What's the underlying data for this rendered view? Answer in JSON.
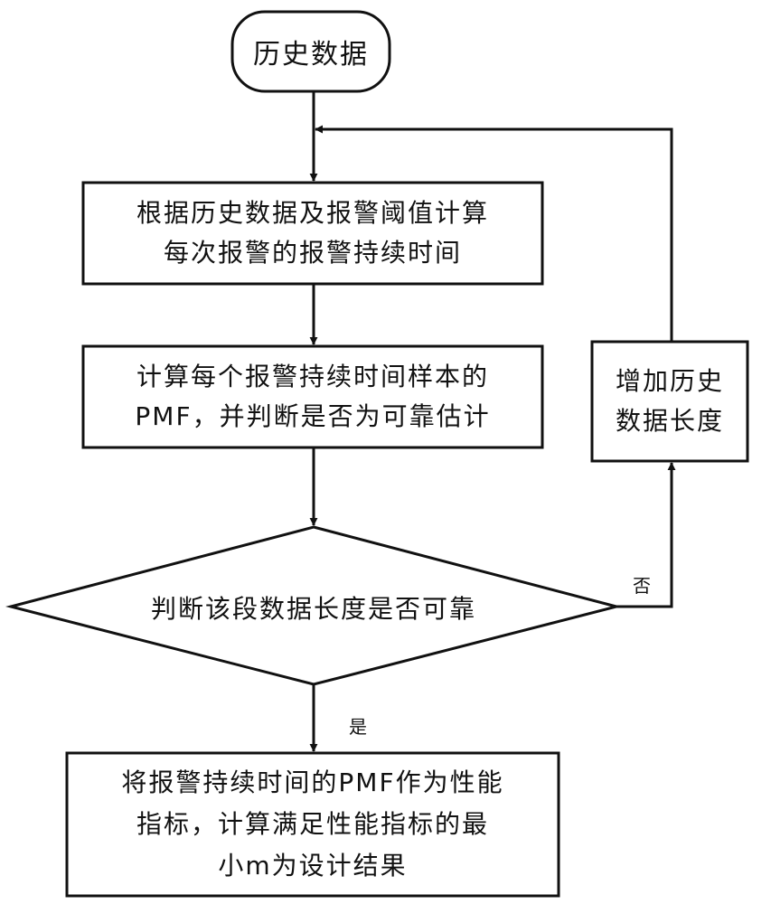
{
  "nodes": {
    "start": {
      "text": "历史数据"
    },
    "compute_duration": {
      "lines": [
        "根据历史数据及报警阈值计算",
        "每次报警的报警持续时间"
      ]
    },
    "compute_pmf": {
      "lines": [
        "计算每个报警持续时间样本的",
        "PMF，并判断是否为可靠估计"
      ]
    },
    "decision": {
      "text": "判断该段数据长度是否可靠"
    },
    "increase_length": {
      "lines": [
        "增加历史",
        "数据长度"
      ]
    },
    "result": {
      "lines": [
        "将报警持续时间的PMF作为性能",
        "指标，计算满足性能指标的最",
        "小m为设计结果"
      ]
    }
  },
  "edge_labels": {
    "no": "否",
    "yes": "是"
  }
}
